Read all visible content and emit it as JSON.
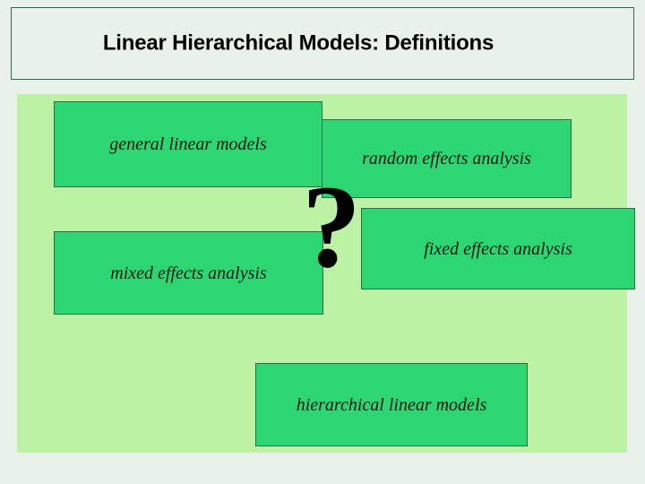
{
  "slide": {
    "title": "Linear Hierarchical Models: Definitions",
    "colors": {
      "page_background": "#eaf0ea",
      "body_panel": "#bdf2a5",
      "box_fill": "#2ed573",
      "box_border": "#2c6b4a",
      "title_border": "#2e6b52",
      "text": "#111a11",
      "question_mark": "#000000"
    }
  },
  "diagram": {
    "question_mark": "?",
    "boxes": [
      {
        "id": "general-linear-models",
        "label": "general linear models"
      },
      {
        "id": "random-effects-analysis",
        "label": "random effects analysis"
      },
      {
        "id": "fixed-effects-analysis",
        "label": "fixed effects analysis"
      },
      {
        "id": "mixed-effects-analysis",
        "label": "mixed effects analysis"
      },
      {
        "id": "hierarchical-linear-models",
        "label": "hierarchical linear models"
      }
    ]
  }
}
